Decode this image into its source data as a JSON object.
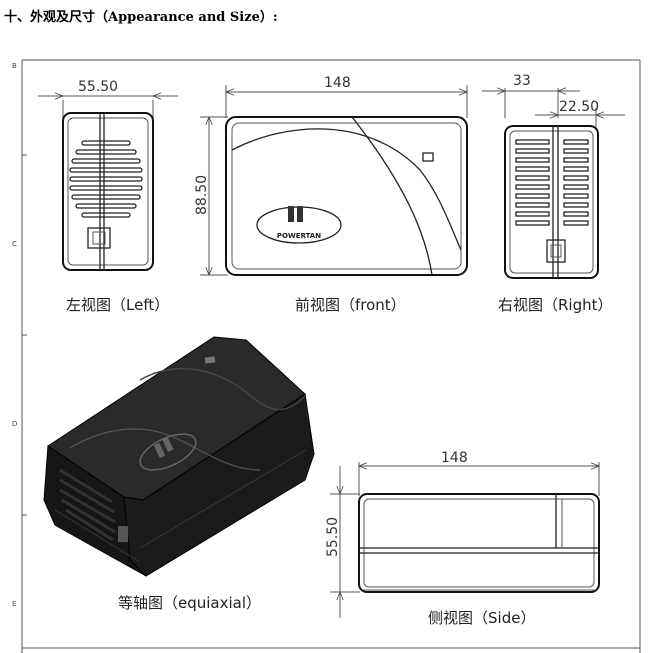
{
  "heading": "十、外观及尺寸（Appearance and Size）:",
  "zones": [
    "B",
    "C",
    "D",
    "E"
  ],
  "views": {
    "left": {
      "caption": "左视图（Left）",
      "dim_width": "55.50"
    },
    "front": {
      "caption": "前视图（front）",
      "dim_width": "148",
      "dim_height": "88.50",
      "logo": "POWERTAN"
    },
    "right": {
      "caption": "右视图（Right）",
      "dim_depth": "33",
      "dim_offset": "22.50"
    },
    "iso": {
      "caption": "等轴图（equiaxial）"
    },
    "side": {
      "caption": "侧视图（Side）",
      "dim_width": "148",
      "dim_height": "55.50"
    }
  }
}
